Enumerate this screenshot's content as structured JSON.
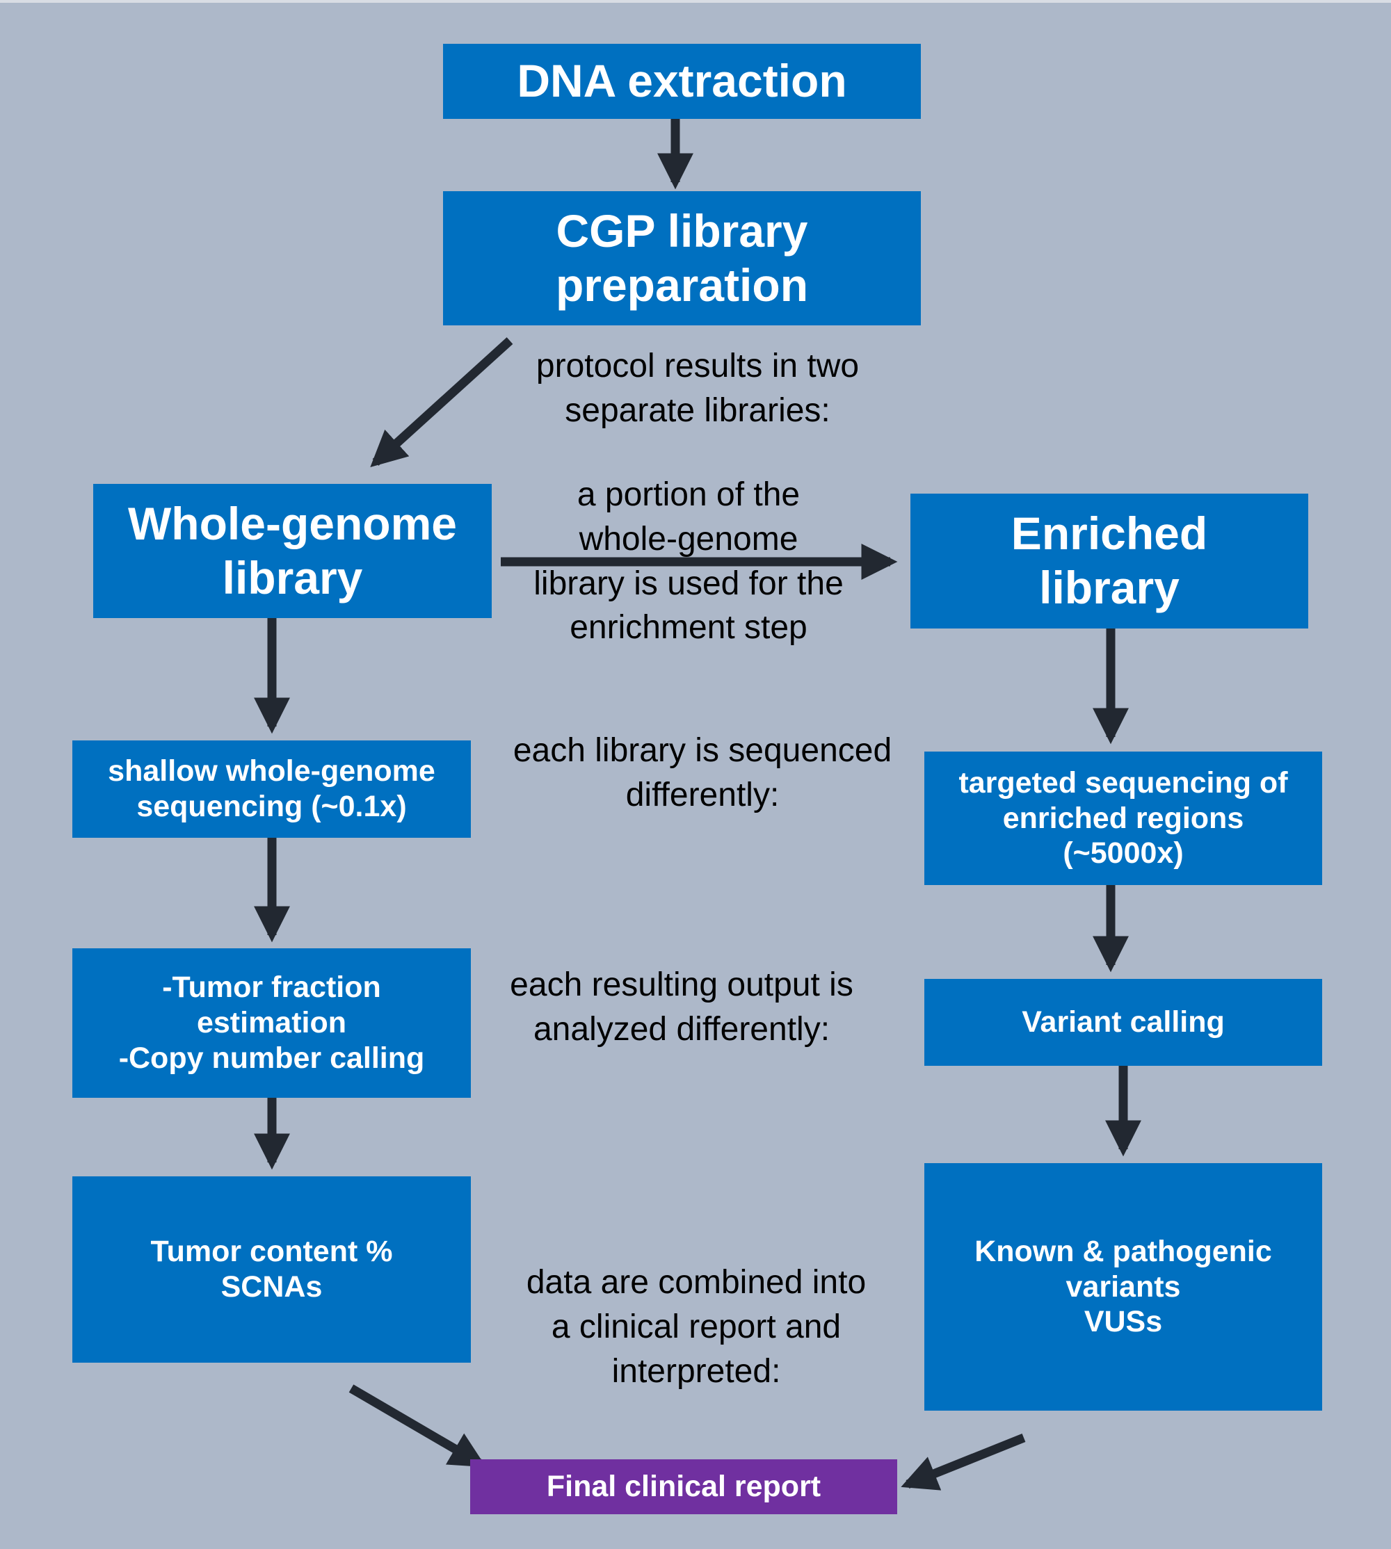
{
  "boxes": {
    "dna_extraction": "DNA extraction",
    "cgp_library_preparation": "CGP library\npreparation",
    "whole_genome_library": "Whole-genome\nlibrary",
    "enriched_library": "Enriched\nlibrary",
    "shallow_wgs": "shallow whole-genome\nsequencing (~0.1x)",
    "targeted_sequencing": "targeted sequencing of\nenriched regions\n(~5000x)",
    "tumor_fraction": "-Tumor fraction\nestimation\n-Copy number calling",
    "variant_calling": "Variant calling",
    "tumor_content": "Tumor content %\nSCNAs",
    "known_variants": "Known & pathogenic\nvariants\nVUSs",
    "final_report": "Final clinical report"
  },
  "notes": {
    "two_libraries": "protocol results in two\nseparate libraries:",
    "portion": "a portion of the\nwhole-genome\nlibrary is used for the\nenrichment step",
    "sequenced": "each library is sequenced\ndifferently:",
    "analyzed": "each resulting output is\nanalyzed differently:",
    "combined": "data are combined into\na clinical report and\ninterpreted:"
  },
  "colors": {
    "background": "#adb8c9",
    "box": "#0070c0",
    "final_box": "#7030a0",
    "arrow": "#222831"
  }
}
